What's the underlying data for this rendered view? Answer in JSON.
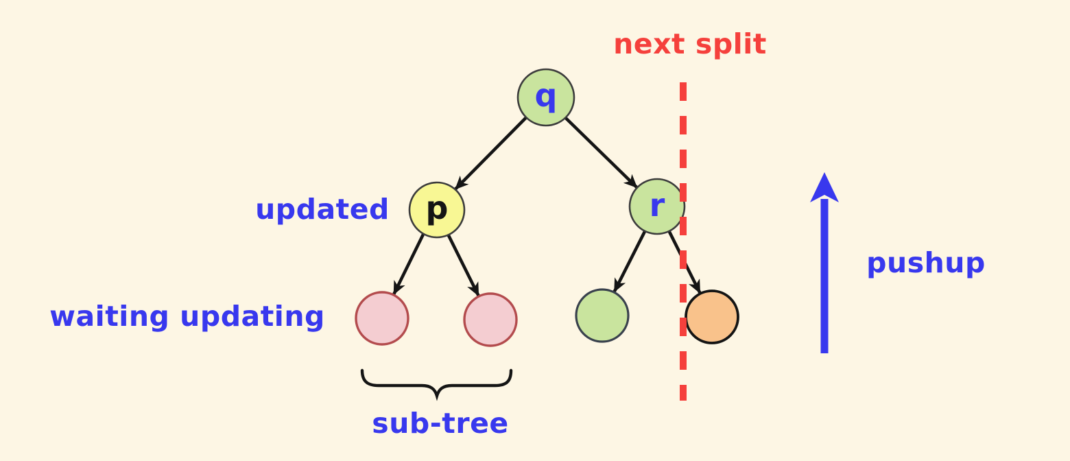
{
  "diagram": {
    "type": "binary-tree-split-diagram",
    "description": "Tree update/split illustration: root q with children p and r; p already updated, its pink sub-tree waiting updating; red dashed line marks next split; blue arrow marks pushup direction"
  },
  "palette": {
    "background": "#fdf6e4",
    "blue": "#3838ee",
    "red": "#f5403c",
    "black": "#151515",
    "green_fill": "#c9e49e",
    "green_stroke": "#3c3c3c",
    "yellow_fill": "#f8f794",
    "yellow_stroke": "#3c3c3c",
    "pink_fill": "#f4cdd1",
    "pink_stroke": "#b34b4d",
    "greenleaf_stroke": "#39414d",
    "orange_fill": "#f9c28b",
    "orange_stroke": "#141414"
  },
  "nodes": {
    "q": {
      "label": "q",
      "fill_kind": "green",
      "label_color": "blue"
    },
    "p": {
      "label": "p",
      "fill_kind": "yellow",
      "label_color": "black"
    },
    "r": {
      "label": "r",
      "fill_kind": "green",
      "label_color": "blue"
    },
    "leaves": [
      {
        "fill_kind": "pink"
      },
      {
        "fill_kind": "pink"
      },
      {
        "fill_kind": "green"
      },
      {
        "fill_kind": "orange"
      }
    ]
  },
  "annotations": {
    "next_split": "next split",
    "updated": "updated",
    "waiting_updating": "waiting updating",
    "sub_tree": "sub-tree",
    "pushup": "pushup"
  }
}
